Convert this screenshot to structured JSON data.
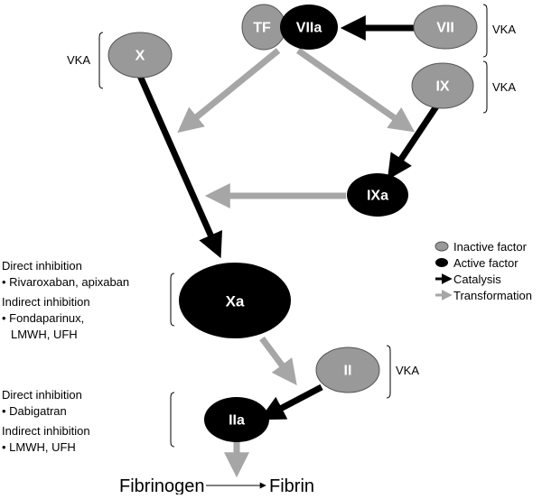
{
  "colors": {
    "inactive": "#999999",
    "active": "#000000",
    "catalysis_arrow": "#000000",
    "transformation_arrow": "#a6a6a6",
    "node_text": "#ffffff"
  },
  "nodes": {
    "tf": "TF",
    "viia": "VIIa",
    "vii": "VII",
    "x": "X",
    "ix": "IX",
    "ixa": "IXa",
    "xa": "Xa",
    "ii": "II",
    "iia": "IIa"
  },
  "vka_labels": {
    "vii": "VKA",
    "x": "VKA",
    "ix": "VKA",
    "ii": "VKA"
  },
  "xa_inhibition": {
    "direct_heading": "Direct inhibition",
    "direct_items": [
      "• Rivaroxaban, apixaban"
    ],
    "indirect_heading": "Indirect inhibition",
    "indirect_items": [
      "• Fondaparinux,",
      "LMWH, UFH"
    ]
  },
  "iia_inhibition": {
    "direct_heading": "Direct inhibition",
    "direct_items": [
      "• Dabigatran"
    ],
    "indirect_heading": "Indirect inhibition",
    "indirect_items": [
      "• LMWH, UFH"
    ]
  },
  "legend": {
    "inactive": "Inactive factor",
    "active": "Active factor",
    "catalysis": "Catalysis",
    "transformation": "Transformation"
  },
  "fibrin": {
    "source": "Fibrinogen",
    "product": "Fibrin"
  }
}
